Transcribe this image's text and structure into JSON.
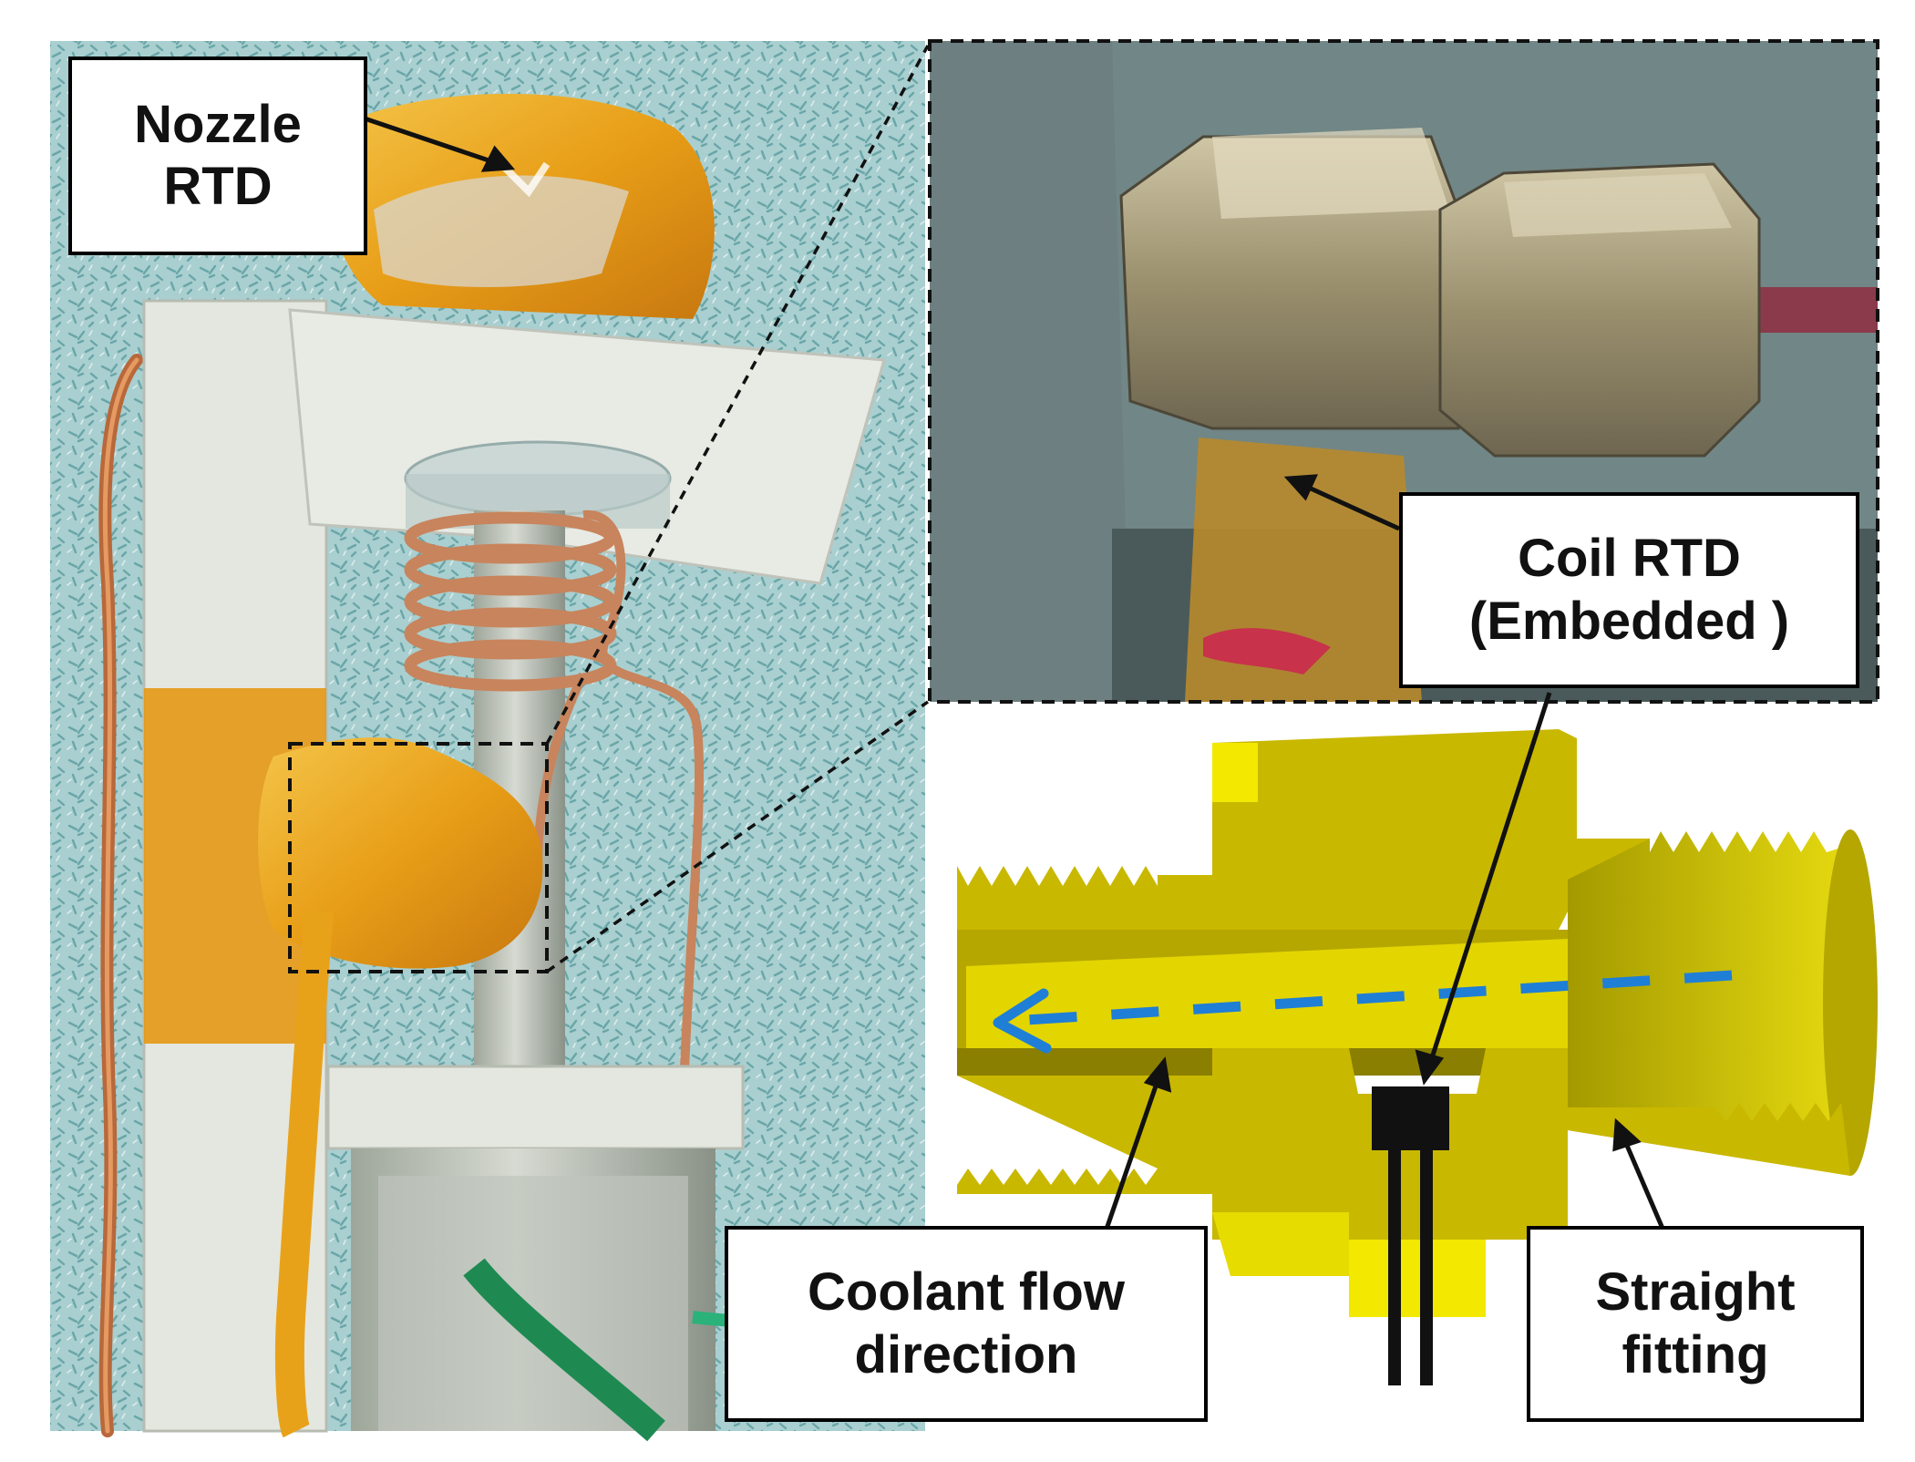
{
  "figure": {
    "labels": {
      "nozzle_rtd": {
        "line1": "Nozzle",
        "line2": "RTD"
      },
      "coil_rtd": {
        "line1": "Coil RTD",
        "line2": "(Embedded )"
      },
      "coolant_flow": {
        "line1": "Coolant flow",
        "line2": "direction"
      },
      "straight_fitting": {
        "line1": "Straight",
        "line2": "fitting"
      }
    },
    "colors": {
      "kapton_tape": "#e8a21a",
      "copper_tubing": "#c8845c",
      "fitting_cad": "#c9b800",
      "fitting_cad_light": "#f2e800",
      "flow_arrow": "#1f7fd6",
      "sensor": "#111111",
      "background_fabric": "#a9cfd0"
    }
  }
}
